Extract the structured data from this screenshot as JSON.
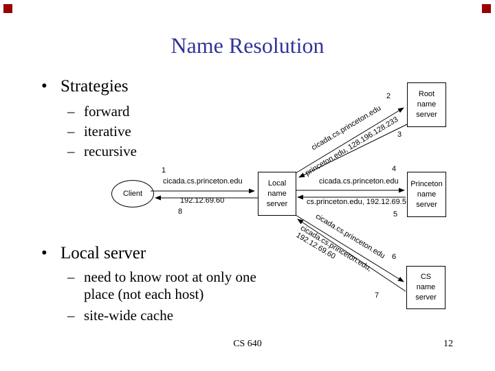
{
  "slide": {
    "title": "Name Resolution",
    "title_color": "#333399",
    "corner_marker_color": "#990000",
    "footer_left": "CS 640",
    "page_number": "12"
  },
  "bullets": [
    {
      "marker": "•",
      "label": "Strategies",
      "items": [
        {
          "marker": "–",
          "text": "forward"
        },
        {
          "marker": "–",
          "text": "iterative"
        },
        {
          "marker": "–",
          "text": "recursive"
        }
      ]
    },
    {
      "marker": "•",
      "label": "Local server",
      "items": [
        {
          "marker": "–",
          "text": "need to know root at only one place (not each host)"
        },
        {
          "marker": "–",
          "text": "site-wide cache"
        }
      ]
    }
  ],
  "diagram": {
    "client": "Client",
    "local_server": "Local\nname\nserver",
    "root_server": "Root\nname\nserver",
    "princeton_server": "Princeton\nname\nserver",
    "cs_server": "CS\nname\nserver",
    "steps": {
      "s1": {
        "num": "1",
        "label": "cicada.cs.princeton.edu"
      },
      "s2": {
        "num": "2",
        "label": "cicada.cs.princeton.edu"
      },
      "s3": {
        "num": "3",
        "label": "princeton.edu, 128.196.128.233"
      },
      "s4": {
        "num": "4",
        "label": "cicada.cs.princeton.edu"
      },
      "s5": {
        "num": "5",
        "label": "cs.princeton.edu, 192.12.69.5"
      },
      "s6": {
        "num": "6",
        "label": "cicada.cs.princeton.edu"
      },
      "s7": {
        "num": "7",
        "label": "cicada.cs.princeton.edu,\n192.12.69.60"
      },
      "s8": {
        "num": "8",
        "label": "192.12.69.60"
      }
    }
  }
}
